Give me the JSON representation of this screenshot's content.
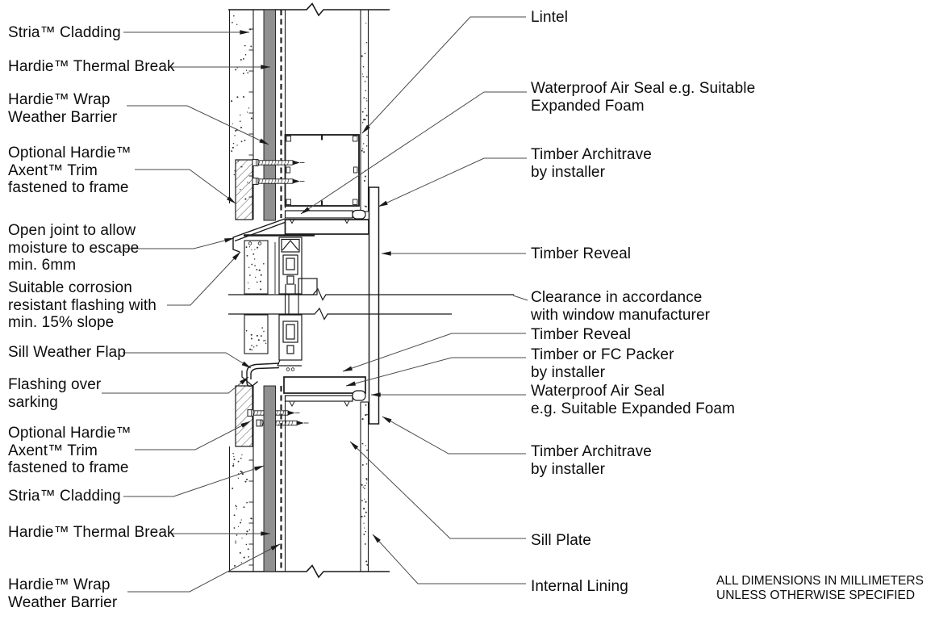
{
  "note": {
    "line1": "ALL DIMENSIONS IN MILLIMETERS",
    "line2": "UNLESS OTHERWISE SPECIFIED"
  },
  "labels_left": [
    {
      "id": "stria-cladding-top",
      "lines": [
        "Stria™ Cladding"
      ]
    },
    {
      "id": "thermal-break-top",
      "lines": [
        "Hardie™ Thermal Break"
      ]
    },
    {
      "id": "wrap-weather-barrier-top",
      "lines": [
        "Hardie™ Wrap",
        "Weather Barrier"
      ]
    },
    {
      "id": "axent-trim-top",
      "lines": [
        "Optional Hardie™",
        "Axent™ Trim",
        "fastened to frame"
      ]
    },
    {
      "id": "open-joint",
      "lines": [
        "Open joint to allow",
        "moisture to escape",
        "min. 6mm"
      ]
    },
    {
      "id": "corrosion-flashing",
      "lines": [
        "Suitable corrosion",
        "resistant flashing with",
        "min. 15% slope"
      ]
    },
    {
      "id": "sill-weather-flap",
      "lines": [
        "Sill Weather Flap"
      ]
    },
    {
      "id": "flashing-over-sarking",
      "lines": [
        "Flashing over",
        "sarking"
      ]
    },
    {
      "id": "axent-trim-bottom",
      "lines": [
        "Optional Hardie™",
        "Axent™ Trim",
        "fastened to frame"
      ]
    },
    {
      "id": "stria-cladding-bottom",
      "lines": [
        "Stria™ Cladding"
      ]
    },
    {
      "id": "thermal-break-bottom",
      "lines": [
        "Hardie™ Thermal Break"
      ]
    },
    {
      "id": "wrap-weather-barrier-bottom",
      "lines": [
        "Hardie™ Wrap",
        "Weather Barrier"
      ]
    }
  ],
  "labels_right": [
    {
      "id": "lintel",
      "lines": [
        "Lintel"
      ]
    },
    {
      "id": "air-seal-head",
      "lines": [
        "Waterproof Air Seal e.g. Suitable",
        "Expanded Foam"
      ]
    },
    {
      "id": "architrave-head",
      "lines": [
        "Timber Architrave",
        "by installer"
      ]
    },
    {
      "id": "timber-reveal-head",
      "lines": [
        "Timber Reveal"
      ]
    },
    {
      "id": "clearance",
      "lines": [
        "Clearance in accordance",
        "with window manufacturer"
      ]
    },
    {
      "id": "timber-reveal-sill",
      "lines": [
        "Timber Reveal"
      ]
    },
    {
      "id": "fc-packer",
      "lines": [
        "Timber or FC Packer",
        "by installer"
      ]
    },
    {
      "id": "air-seal-sill",
      "lines": [
        "Waterproof Air Seal",
        "e.g. Suitable Expanded Foam"
      ]
    },
    {
      "id": "architrave-sill",
      "lines": [
        "Timber Architrave",
        "by installer"
      ]
    },
    {
      "id": "sill-plate",
      "lines": [
        "Sill Plate"
      ]
    },
    {
      "id": "internal-lining",
      "lines": [
        "Internal Lining"
      ]
    }
  ]
}
